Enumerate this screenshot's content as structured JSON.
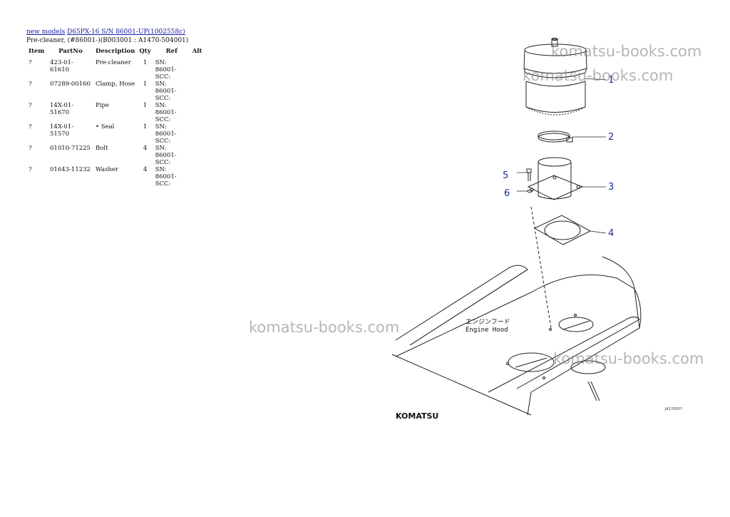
{
  "breadcrumb": {
    "link1": "new models",
    "link2": "D65PX-16 S/N 86001-UP(1002558c)"
  },
  "subtitle": "Pre-cleaner, (#86001-)(B003001 : A1470-504001)",
  "table": {
    "headers": [
      "Item",
      "PartNo",
      "Description",
      "Qty",
      "Ref",
      "Alt"
    ],
    "rows": [
      {
        "item": "?",
        "partno": "423-01-61610",
        "desc": "Pre-cleaner",
        "qty": "1",
        "ref1": "SN: 86001-",
        "ref2": "SCC:"
      },
      {
        "item": "?",
        "partno": "07289-00160",
        "desc": "Clamp, Hose",
        "qty": "1",
        "ref1": "SN: 86001-",
        "ref2": "SCC:"
      },
      {
        "item": "?",
        "partno": "14X-01-51670",
        "desc": "Pipe",
        "qty": "1",
        "ref1": "SN: 86001-",
        "ref2": "SCC:"
      },
      {
        "item": "?",
        "partno": "14X-01-51570",
        "desc": "• Seal",
        "qty": "1",
        "ref1": "SN: 86001-",
        "ref2": "SCC:"
      },
      {
        "item": "?",
        "partno": "01010-71225",
        "desc": "Bolt",
        "qty": "4",
        "ref1": "SN: 86001-",
        "ref2": "SCC:"
      },
      {
        "item": "?",
        "partno": "01643-11232",
        "desc": "Washer",
        "qty": "4",
        "ref1": "SN: 86001-",
        "ref2": "SCC:"
      }
    ]
  },
  "watermark": "komatsu-books.com",
  "diagram": {
    "callouts": [
      "1",
      "2",
      "3",
      "4",
      "5",
      "6"
    ],
    "label_jp": "エンジンフード",
    "label_en": "Engine Hood",
    "brand": "KOMATSU",
    "code": "JA170037"
  }
}
